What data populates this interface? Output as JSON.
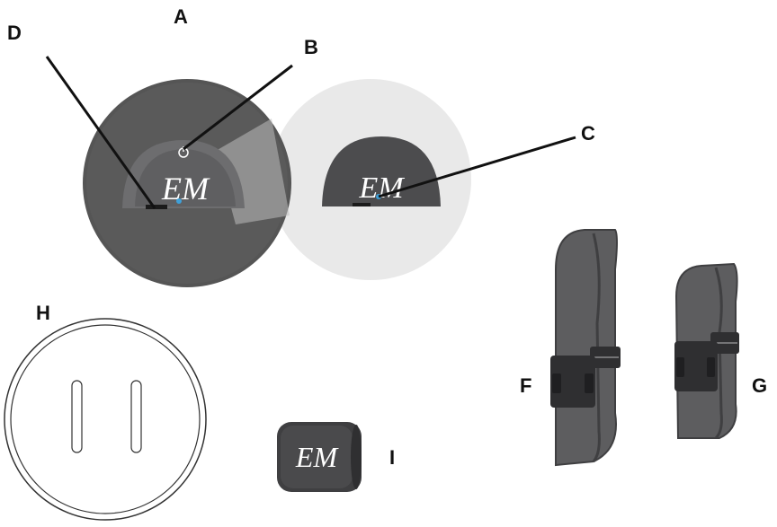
{
  "labels": {
    "a": "A",
    "b": "B",
    "c": "C",
    "d": "D",
    "f": "F",
    "g": "G",
    "h": "H",
    "i": "I"
  },
  "brand": {
    "mark_device_dark": "EM",
    "mark_device_light": "EM",
    "mark_cap": "EM"
  },
  "colors": {
    "device_dark": "#545454",
    "device_light": "#e8e8e8",
    "pod_body": "#4c4c4e",
    "strap_body": "#5d5d5f",
    "strap_edge": "#3f3f41",
    "buckle": "#2f2f31",
    "indicator_led": "#3fa0d8",
    "outline": "#111111"
  }
}
